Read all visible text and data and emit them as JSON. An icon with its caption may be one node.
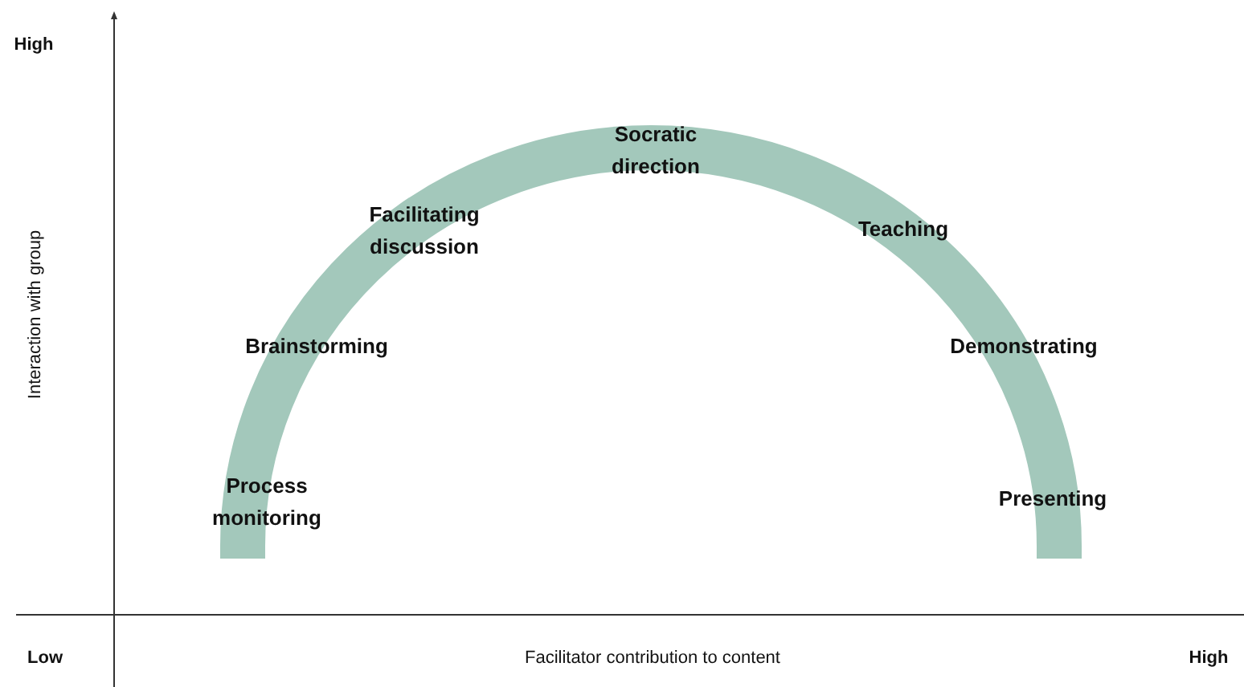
{
  "diagram": {
    "labels": [
      "High",
      "Socratic direction",
      "Facilitating discussion",
      "Teaching",
      "Brainstorming",
      "Demonstrating",
      "Interaction with group",
      "Process monitoring",
      "Presenting",
      "Low",
      "Facilitator contribution to content",
      "High"
    ]
  }
}
